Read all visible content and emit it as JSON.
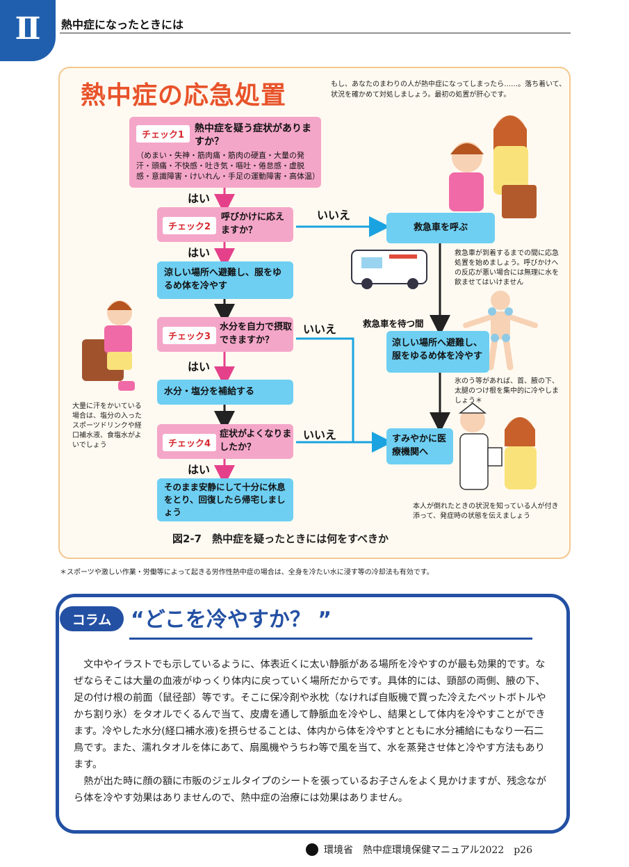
{
  "header": {
    "chapter": "Ⅱ",
    "title": "熱中症になったときには"
  },
  "panel": {
    "title": "熱中症の応急処置",
    "intro": "もし、あなたのまわりの人が熱中症になってしまったら……。落ち着いて、状況を確かめて対処しましょう。最初の処置が肝心です。",
    "check1": {
      "tag": "チェック1",
      "question": "熱中症を疑う症状がありますか？",
      "symptoms": "（めまい・失神・筋肉痛・筋肉の硬直・大量の発汗・頭痛・不快感・吐き気・嘔吐・倦怠感・虚脱感・意識障害・けいれん・手足の運動障害・高体温）"
    },
    "check2": {
      "tag": "チェック2",
      "question": "呼びかけに応えますか？"
    },
    "check3": {
      "tag": "チェック3",
      "question": "水分を自力で摂取できますか？"
    },
    "check4": {
      "tag": "チェック4",
      "question": "症状がよくなりましたか？"
    },
    "action_cool": "涼しい場所へ避難し、服をゆるめ体を冷やす",
    "action_water": "水分・塩分を補給する",
    "action_rest": "そのまま安静にして十分に休息をとり、回復したら帰宅しましょう",
    "action_ambulance": "救急車を呼ぶ",
    "action_cool2": "涼しい場所へ避難し、服をゆるめ体を冷やす",
    "action_hospital": "すみやかに医療機関へ",
    "label_yes": "はい",
    "label_no": "いいえ",
    "label_wait": "救急車を待つ間",
    "note_ambulance": "救急車が到着するまでの間に応急処置を始めましょう。呼びかけへの反応が悪い場合には無理に水を飲ませてはいけません",
    "note_ice": "氷のう等があれば、首、腋の下、太腿のつけ根を集中的に冷やしましょう＊",
    "note_sweat": "大量に汗をかいている場合は、塩分の入ったスポーツドリンクや経口補水液、食塩水がよいでしょう",
    "note_companion": "本人が倒れたときの状況を知っている人が付き添って、発症時の状態を伝えましょう",
    "caption": "図2-7　熱中症を疑ったときには何をすべきか"
  },
  "footnote": "＊スポーツや激しい作業・労働等によって起きる労作性熱中症の場合は、全身を冷たい水に浸す等の冷却法も有効です。",
  "column": {
    "badge": "コラム",
    "title": "“どこを冷やすか？ ”",
    "paragraph1": "文中やイラストでも示しているように、体表近くに太い静脈がある場所を冷やすのが最も効果的です。なぜならそこは大量の血液がゆっくり体内に戻っていく場所だからです。具体的には、頸部の両側、腋の下、足の付け根の前面（鼠径部）等です。そこに保冷剤や氷枕（なければ自販機で買った冷えたペットボトルやかち割り氷）をタオルでくるんで当て、皮膚を通して静脈血を冷やし、結果として体内を冷やすことができます。冷やした水分(経口補水液)を摂らせることは、体内から体を冷やすとともに水分補給にもなり一石二鳥です。また、濡れタオルを体にあて、扇風機やうちわ等で風を当て、水を蒸発させ体と冷やす方法もあります。",
    "paragraph2": "熱が出た時に顔の額に市販のジェルタイプのシートを張っているお子さんをよく見かけますが、残念ながら体を冷やす効果はありませんので、熱中症の治療には効果はありません。"
  },
  "footer": {
    "text": "環境省　熱中症環境保健マニュアル2022　p26"
  }
}
